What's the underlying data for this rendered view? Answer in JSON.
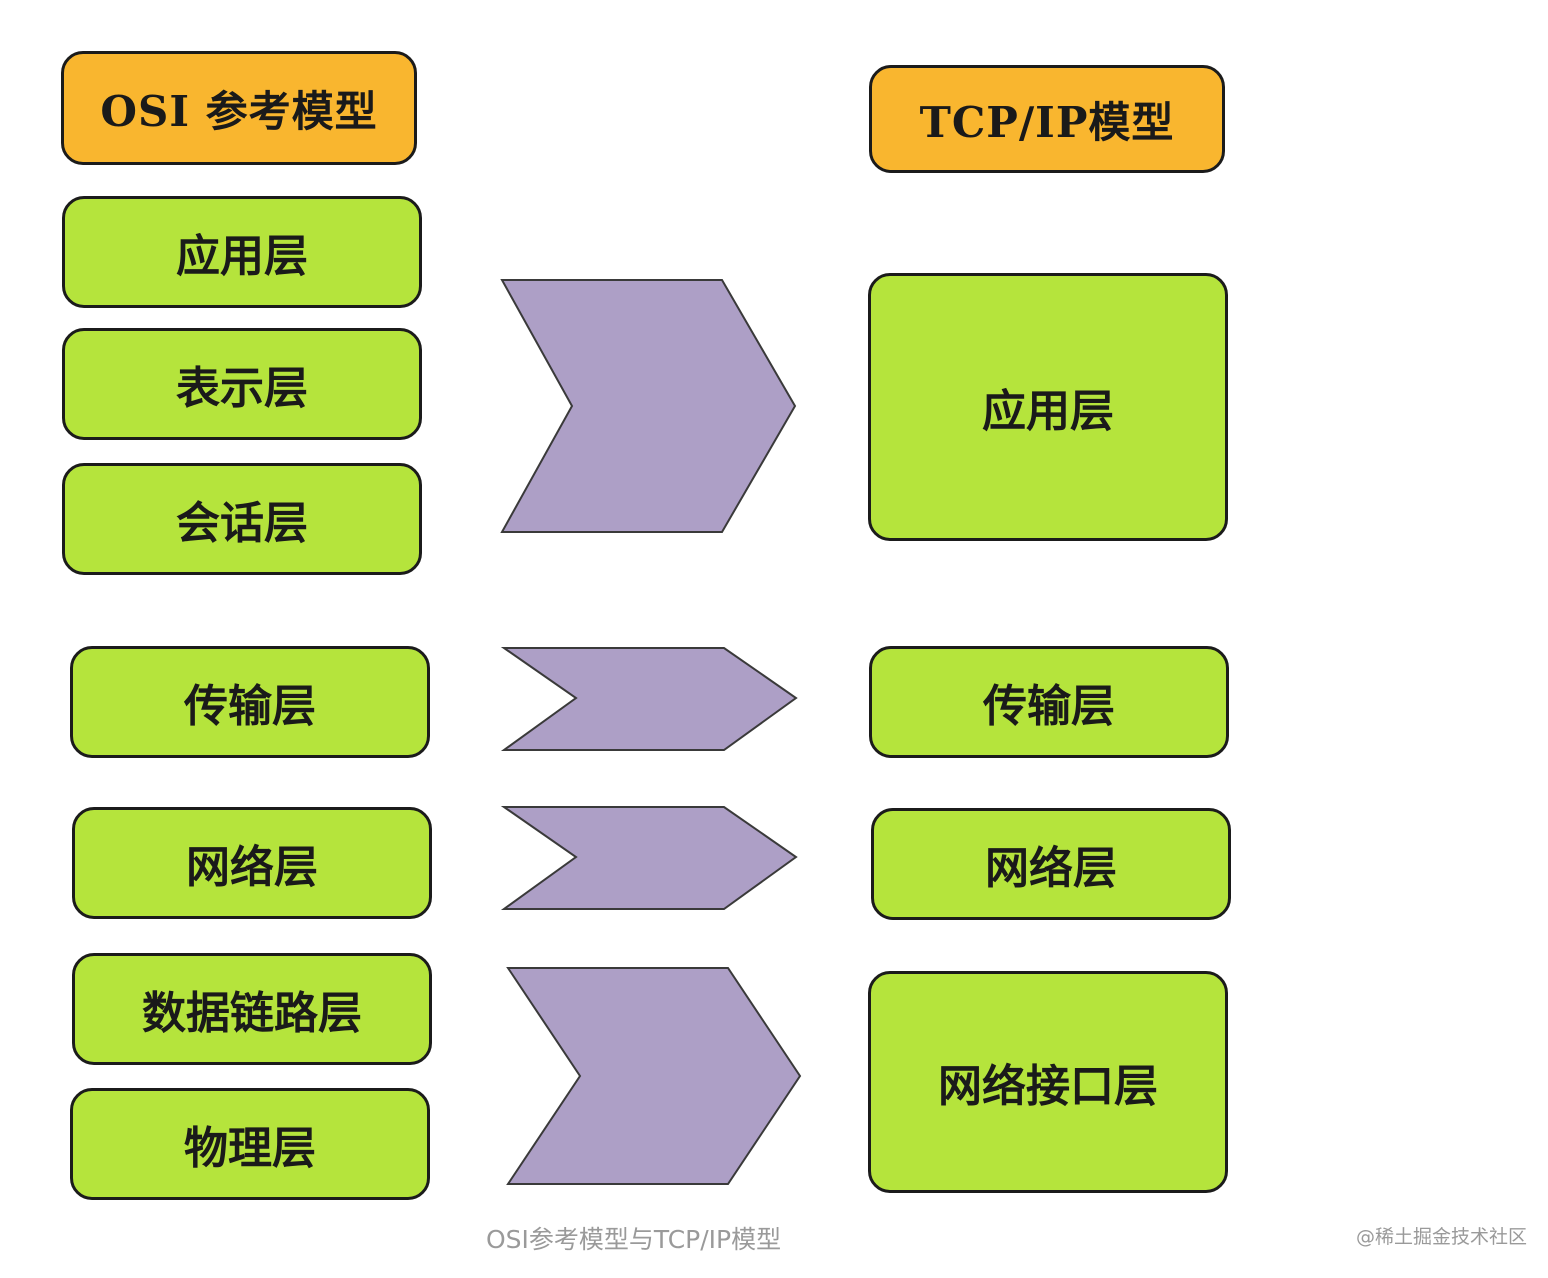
{
  "osi": {
    "title": "OSI 参考模型",
    "layers": [
      "应用层",
      "表示层",
      "会话层",
      "传输层",
      "网络层",
      "数据链路层",
      "物理层"
    ]
  },
  "tcpip": {
    "title": "TCP/IP模型",
    "layers": [
      "应用层",
      "传输层",
      "网络层",
      "网络接口层"
    ]
  },
  "caption": "OSI参考模型与TCP/IP模型",
  "watermark": "@稀土掘金技术社区",
  "colors": {
    "header_fill": "#f9b62f",
    "layer_fill": "#b5e43c",
    "arrow_fill": "#ad9fc6"
  }
}
